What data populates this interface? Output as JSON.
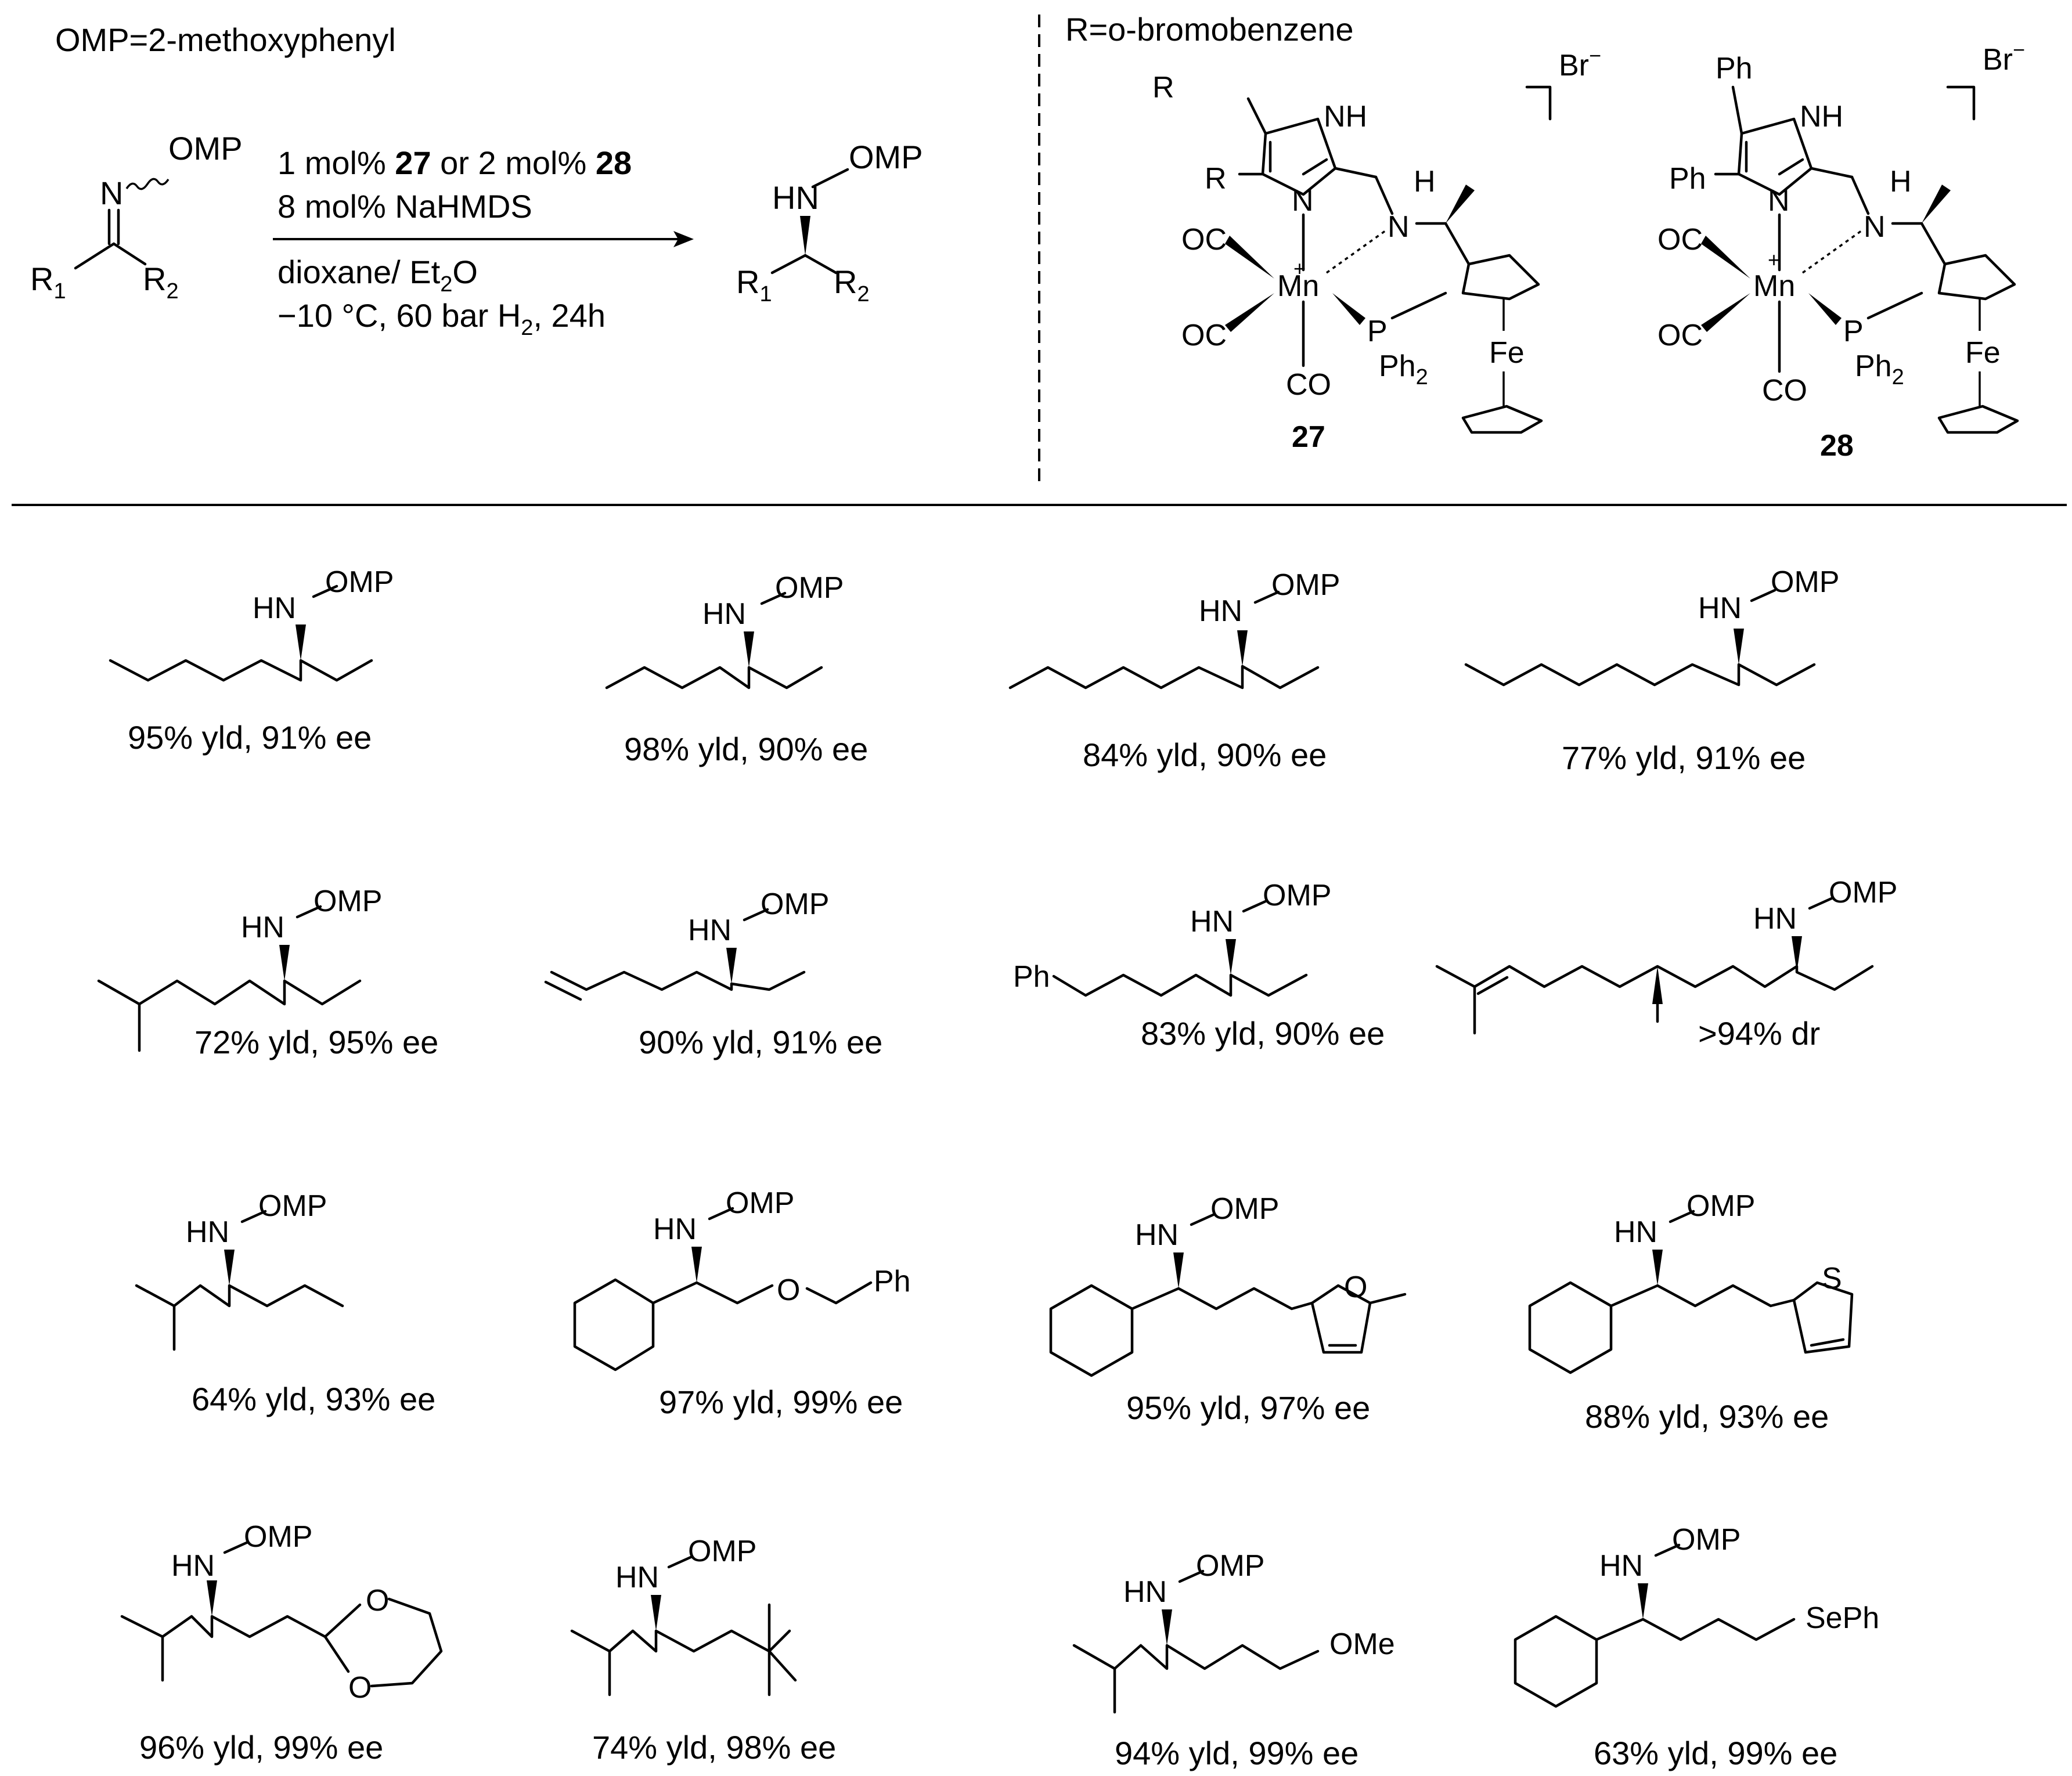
{
  "definitions": {
    "omp": "OMP=2-methoxyphenyl",
    "r_group": "R=o-bromobenzene"
  },
  "reaction": {
    "cat_line_1": "1 mol%",
    "cat_27": "27",
    "cat_or": "or 2 mol%",
    "cat_28": "28",
    "base": "8 mol% NaHMDS",
    "solvent_a": "dioxane/ Et",
    "solvent_sub": "2",
    "solvent_b": "O",
    "cond_a": "−10 °C, 60 bar H",
    "cond_sub": "2",
    "cond_b": ", 24h"
  },
  "substrate_labels": {
    "omp": "OMP",
    "n": "N",
    "hn": "HN",
    "r": "R",
    "r1_sub": "1",
    "r2_sub": "2"
  },
  "catalysts": [
    {
      "id": "27",
      "subst": "R",
      "anion": "Br",
      "anion_charge": "−"
    },
    {
      "id": "28",
      "subst": "Ph",
      "anion": "Br",
      "anion_charge": "−"
    }
  ],
  "catalyst_atoms": {
    "nh": "NH",
    "n": "N",
    "h": "H",
    "mn": "Mn",
    "plus": "+",
    "co": "CO",
    "oc": "OC",
    "p": "P",
    "ph": "Ph",
    "ph_sub": "2",
    "fe": "Fe"
  },
  "products": [
    {
      "result": "95% yld, 91% ee"
    },
    {
      "result": "98% yld, 90% ee"
    },
    {
      "result": "84% yld, 90% ee"
    },
    {
      "result": "77% yld, 91% ee"
    },
    {
      "result": "72% yld, 95% ee"
    },
    {
      "result": "90% yld, 91% ee"
    },
    {
      "result": "83% yld, 90% ee",
      "group": "Ph"
    },
    {
      "result": ">94% dr"
    },
    {
      "result": "64% yld, 93% ee"
    },
    {
      "result": "97% yld, 99% ee",
      "o": "O",
      "group": "Ph"
    },
    {
      "result": "95% yld, 97% ee",
      "o": "O"
    },
    {
      "result": "88% yld, 93% ee",
      "s": "S"
    },
    {
      "result": "96% yld, 99% ee",
      "o1": "O",
      "o2": "O"
    },
    {
      "result": "74% yld, 98% ee"
    },
    {
      "result": "94% yld, 99% ee",
      "group": "OMe"
    },
    {
      "result": "63% yld, 99% ee",
      "group": "SePh"
    }
  ],
  "product_atoms": {
    "hn": "HN",
    "omp": "OMP"
  }
}
